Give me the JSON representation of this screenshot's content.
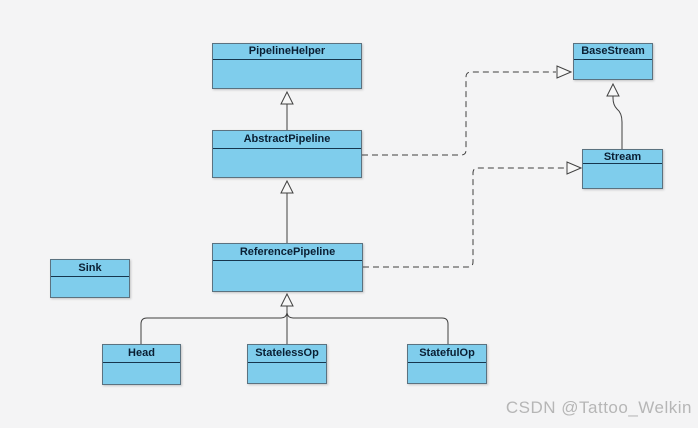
{
  "diagram": {
    "type": "uml-class-diagram",
    "classes": [
      {
        "name": "PipelineHelper"
      },
      {
        "name": "AbstractPipeline"
      },
      {
        "name": "ReferencePipeline"
      },
      {
        "name": "Sink"
      },
      {
        "name": "Head"
      },
      {
        "name": "StatelessOp"
      },
      {
        "name": "StatefulOp"
      },
      {
        "name": "BaseStream"
      },
      {
        "name": "Stream"
      }
    ],
    "relationships": [
      {
        "from": "AbstractPipeline",
        "to": "PipelineHelper",
        "type": "generalization",
        "line": "solid"
      },
      {
        "from": "ReferencePipeline",
        "to": "AbstractPipeline",
        "type": "generalization",
        "line": "solid"
      },
      {
        "from": "Head",
        "to": "ReferencePipeline",
        "type": "generalization",
        "line": "solid"
      },
      {
        "from": "StatelessOp",
        "to": "ReferencePipeline",
        "type": "generalization",
        "line": "solid"
      },
      {
        "from": "StatefulOp",
        "to": "ReferencePipeline",
        "type": "generalization",
        "line": "solid"
      },
      {
        "from": "Stream",
        "to": "BaseStream",
        "type": "generalization",
        "line": "solid"
      },
      {
        "from": "AbstractPipeline",
        "to": "BaseStream",
        "type": "realization",
        "line": "dashed"
      },
      {
        "from": "ReferencePipeline",
        "to": "Stream",
        "type": "realization",
        "line": "dashed"
      }
    ],
    "colors": {
      "class_fill": "#7fcdec",
      "class_border": "#5b7280",
      "compartment_divider": "#16364e",
      "title_text": "#0a1f33",
      "connector": "#404040",
      "arrowhead_fill": "#f7f7f7",
      "background": "#f4f4f5"
    }
  },
  "watermark": {
    "text": "CSDN @Tattoo_Welkin",
    "color": "#b6b6b6"
  }
}
